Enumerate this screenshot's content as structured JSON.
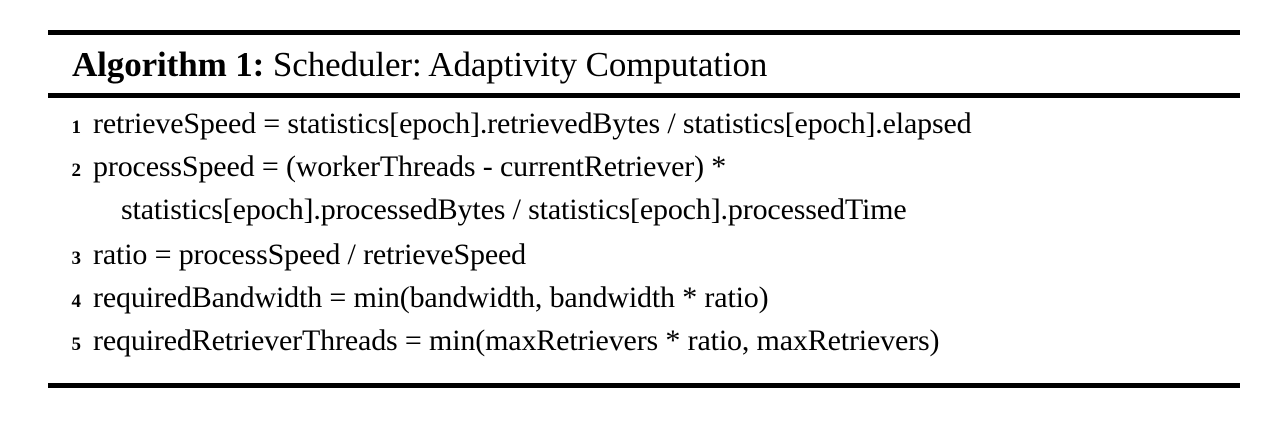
{
  "document": {
    "type": "algorithm-float",
    "caption": {
      "label": "Algorithm 1:",
      "text": "Scheduler: Adaptivity Computation"
    },
    "lines": [
      {
        "number": "1",
        "code": "retrieveSpeed = statistics[epoch].retrievedBytes / statistics[epoch].elapsed",
        "continuation": false
      },
      {
        "number": "2",
        "code": "processSpeed = (workerThreads - currentRetriever) *",
        "continuation": false
      },
      {
        "number": "",
        "code": "statistics[epoch].processedBytes / statistics[epoch].processedTime",
        "continuation": true
      },
      {
        "number": "3",
        "code": "ratio = processSpeed / retrieveSpeed",
        "continuation": false
      },
      {
        "number": "4",
        "code": "requiredBandwidth = min(bandwidth, bandwidth * ratio)",
        "continuation": false
      },
      {
        "number": "5",
        "code": "requiredRetrieverThreads = min(maxRetrievers * ratio, maxRetrievers)",
        "continuation": false
      }
    ],
    "colors": {
      "background": "#ffffff",
      "text": "#000000",
      "rule": "#000000"
    }
  }
}
